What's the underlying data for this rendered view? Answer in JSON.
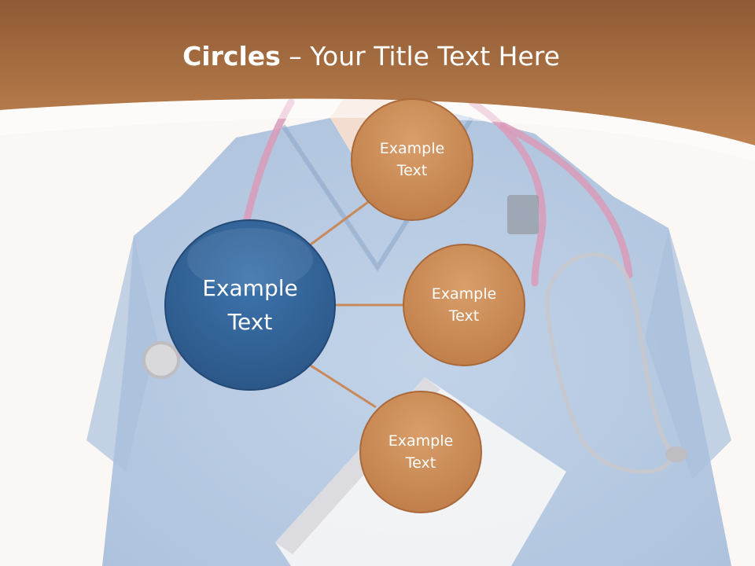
{
  "slide": {
    "title_bold": "Circles",
    "title_rest": " – Your Title Text Here"
  },
  "diagram": {
    "center": {
      "line1": "Example",
      "line2": "Text"
    },
    "satellites": [
      {
        "line1": "Example",
        "line2": "Text"
      },
      {
        "line1": "Example",
        "line2": "Text"
      },
      {
        "line1": "Example",
        "line2": "Text"
      }
    ]
  },
  "colors": {
    "header": "#a8683a",
    "center_circle": "#2f5f94",
    "satellite_circle": "#c98a55",
    "connector": "#c88a5a"
  }
}
